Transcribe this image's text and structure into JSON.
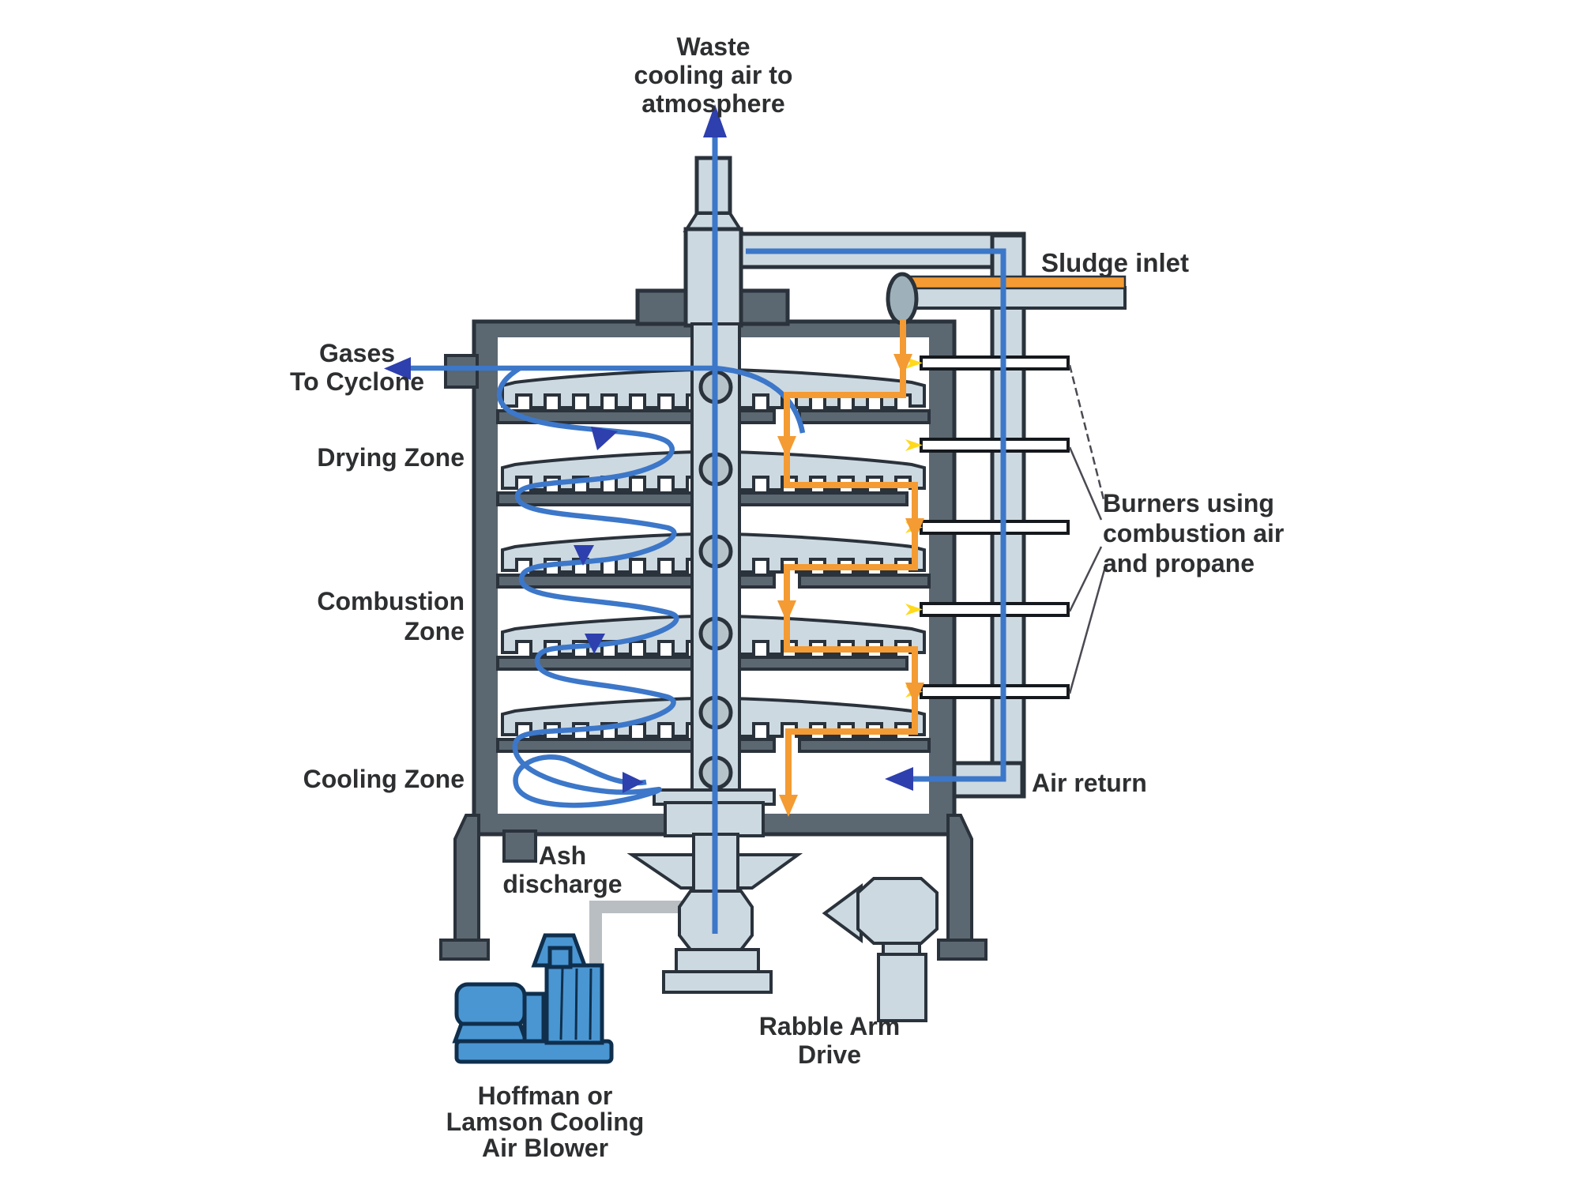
{
  "labels": {
    "waste_air": [
      "Waste",
      "cooling air to",
      "atmosphere"
    ],
    "sludge_inlet": "Sludge inlet",
    "gases_to_cyclone": [
      "Gases",
      "To Cyclone"
    ],
    "drying_zone": "Drying Zone",
    "combustion_zone": [
      "Combustion",
      "Zone"
    ],
    "cooling_zone": "Cooling Zone",
    "burners": [
      "Burners using",
      "combustion air",
      "and propane"
    ],
    "air_return": "Air return",
    "ash_discharge": [
      "Ash",
      "discharge"
    ],
    "rabble_arm_drive": [
      "Rabble Arm",
      "Drive"
    ],
    "blower": [
      "Hoffman or",
      "Lamson Cooling",
      "Air Blower"
    ]
  },
  "colors": {
    "wall_grey": "#5b6771",
    "outline": "#2a323b",
    "steel_light": "#cdd9e0",
    "cooling_air_blue": "#3c77c9",
    "arrow_indigo": "#2e3fae",
    "sludge_orange": "#f49b33",
    "flame_yellow": "#ffd91c",
    "burner_pipe": "#ffffff",
    "blower_blue": "#4a96d2",
    "pipe_grey": "#b9bec2",
    "text": "#2d2f31"
  },
  "flows": {
    "cooling_air": "blue lines and arrows",
    "sludge": "orange zigzag path",
    "burner_flames": "yellow tips at burner pipes"
  }
}
